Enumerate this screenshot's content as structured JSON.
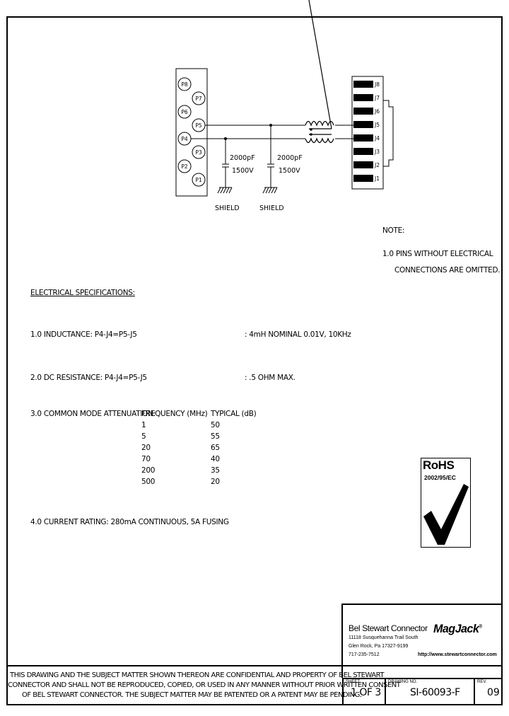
{
  "schematic": {
    "plug_pins": [
      "P8",
      "P7",
      "P6",
      "P5",
      "P4",
      "P3",
      "P2",
      "P1"
    ],
    "jack_pins": [
      "J8",
      "J7",
      "J6",
      "J5",
      "J4",
      "J3",
      "J2",
      "J1"
    ],
    "capacitors": [
      {
        "value": "2000pF",
        "voltage": "1500V"
      },
      {
        "value": "2000pF",
        "voltage": "1500V"
      }
    ],
    "grounds": [
      "SHIELD",
      "SHIELD"
    ]
  },
  "notes": {
    "title": "NOTE:",
    "line1": "1.0  PINS WITHOUT ELECTRICAL",
    "line2": "CONNECTIONS ARE OMITTED."
  },
  "specs": {
    "heading": "ELECTRICAL SPECIFICATIONS:",
    "inductance": {
      "label": "1.0  INDUCTANCE:  P4-J4=P5-J5",
      "value": ":  4mH NOMINAL 0.01V, 10KHz"
    },
    "dc_resistance": {
      "label": "2.0  DC RESISTANCE: P4-J4=P5-J5",
      "value": ":  .5 OHM MAX."
    },
    "attenuation": {
      "label": "3.0  COMMON MODE ATTENUATION:",
      "col_freq": "FREQUENCY (MHz)",
      "col_typ": "TYPICAL (dB)",
      "rows": [
        {
          "freq": "1",
          "typ": "50"
        },
        {
          "freq": "5",
          "typ": "55"
        },
        {
          "freq": "20",
          "typ": "65"
        },
        {
          "freq": "70",
          "typ": "40"
        },
        {
          "freq": "200",
          "typ": "35"
        },
        {
          "freq": "500",
          "typ": "20"
        }
      ]
    },
    "current": {
      "label": "4.0  CURRENT RATING:   280mA CONTINUOUS, 5A FUSING"
    }
  },
  "rohs": {
    "title": "RoHS",
    "directive": "2002/95/EC"
  },
  "title_block": {
    "company": "Bel Stewart Connector",
    "address1": "11118 Susquehanna Trail South",
    "address2": "Glen Rock, Pa  17327-9199",
    "phone": "717-235-7512",
    "brand": "MagJack",
    "brand_mark": "®",
    "website": "http://www.stewartconnector.com",
    "sheet_label": "SHEET",
    "sheet_value": "1 OF 3",
    "drawing_label": "DRAWING NO.",
    "drawing_value": "SI-60093-F",
    "rev_label": "REV.",
    "rev_value": "09"
  },
  "confidential": {
    "line1": "THIS DRAWING AND THE SUBJECT MATTER SHOWN THEREON ARE CONFIDENTIAL AND PROPERTY OF BEL STEWART",
    "line2": "CONNECTOR AND SHALL NOT BE REPRODUCED, COPIED, OR USED IN ANY MANNER WITHOUT PRIOR WRITTEN CONSENT",
    "line3": "OF BEL STEWART CONNECTOR.  THE SUBJECT MATTER MAY BE PATENTED OR A PATENT MAY BE PENDING."
  }
}
